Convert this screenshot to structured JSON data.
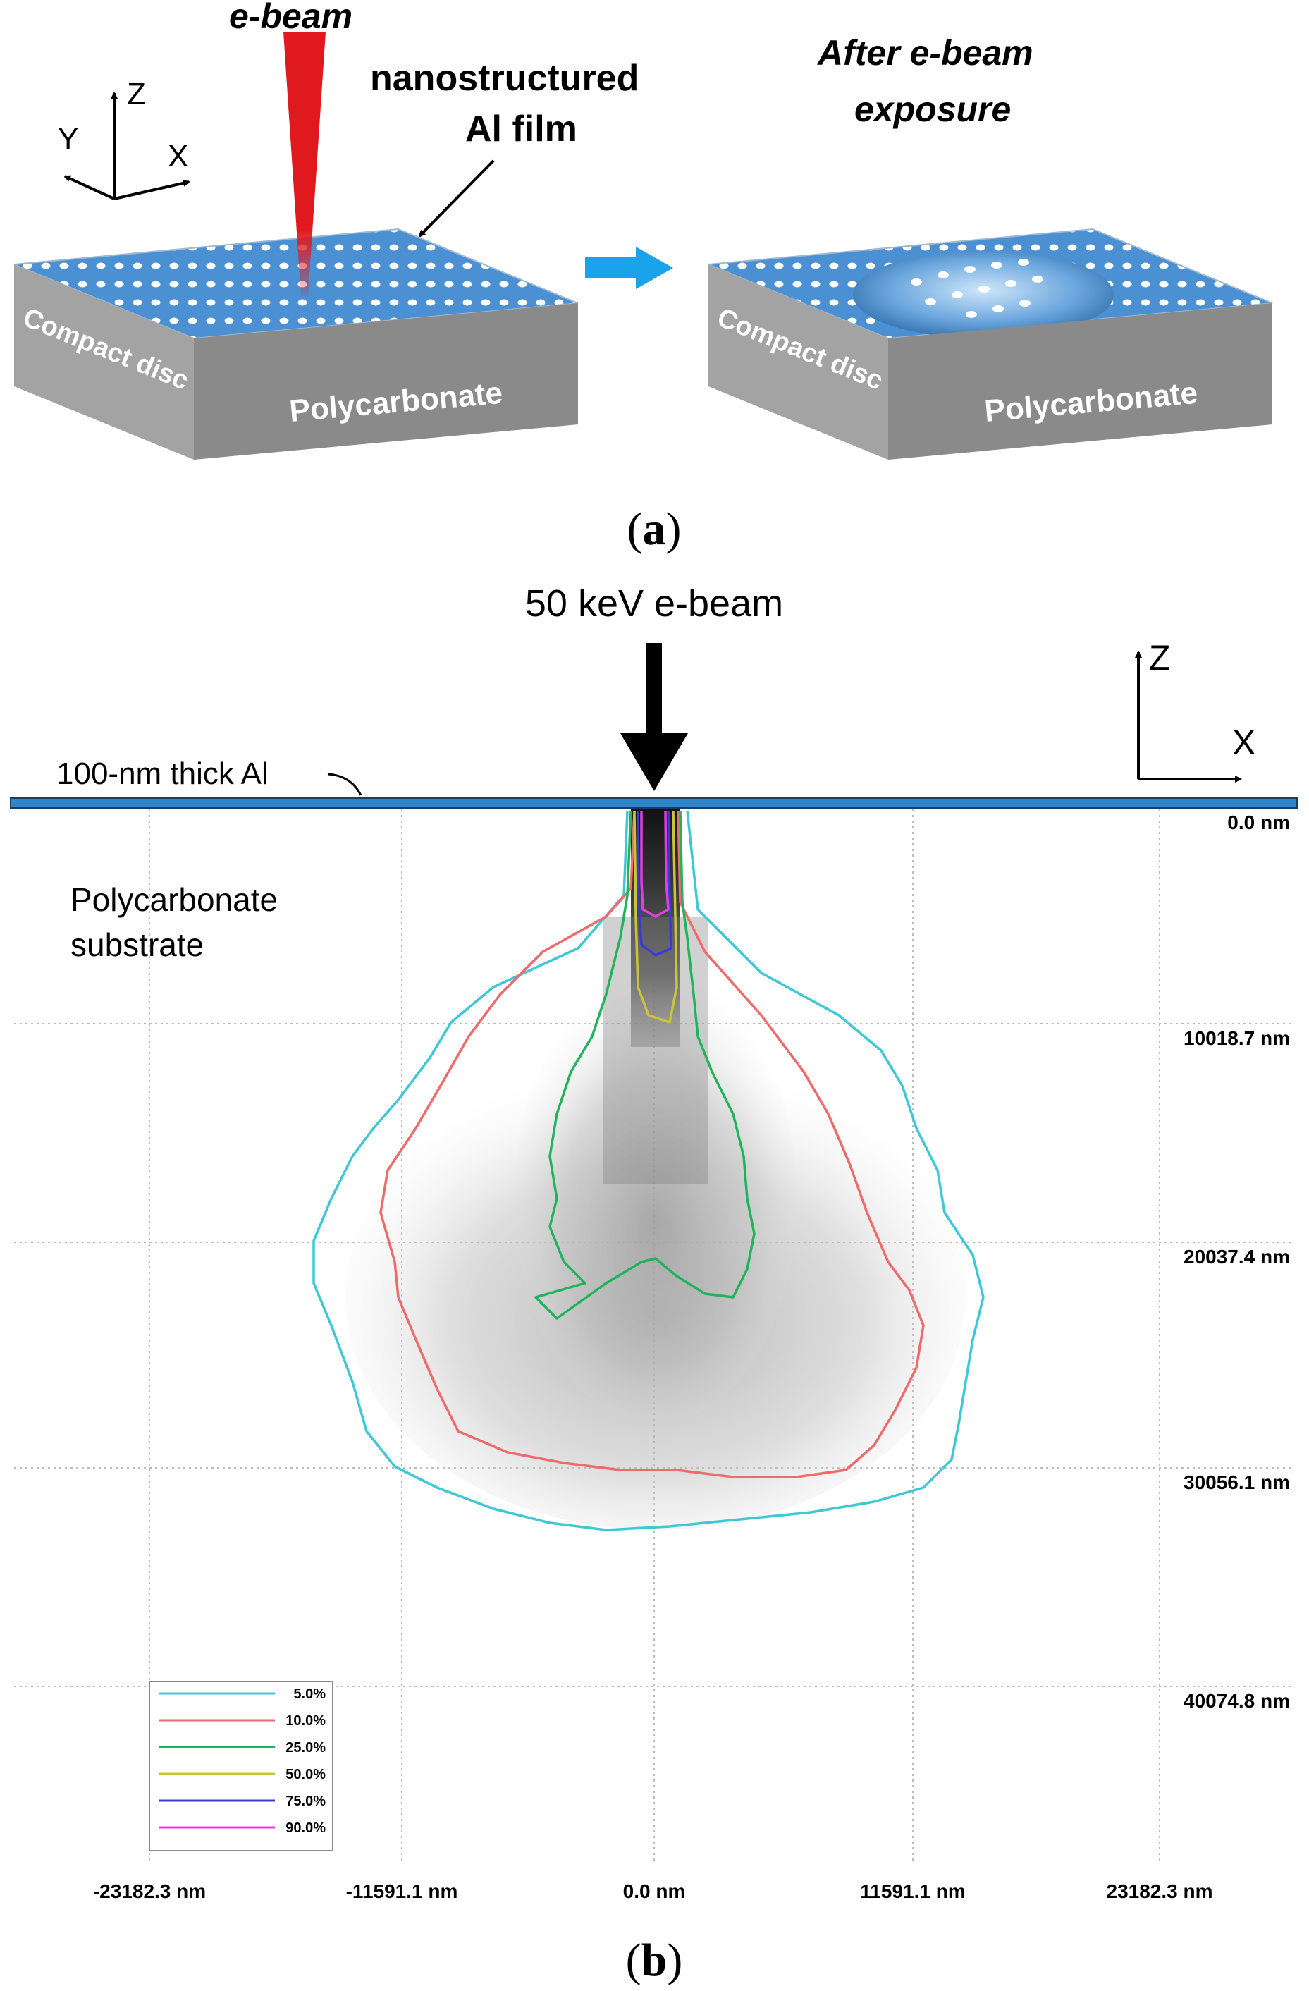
{
  "panel_a": {
    "beam_label": "e-beam",
    "film_label_line1": "nanostructured",
    "film_label_line2": "Al film",
    "after_label_line1": "After e-beam",
    "after_label_line2": "exposure",
    "side_label": "Compact disc",
    "front_label": "Polycarbonate",
    "axes": {
      "z": "Z",
      "y": "Y",
      "x": "X"
    },
    "caption": "a",
    "colors": {
      "film": "#4a90d2",
      "beam": "#e0191e",
      "arrow": "#1aa3e8",
      "block_side": "#777777"
    }
  },
  "panel_b": {
    "beam_label": "50 keV e-beam",
    "al_layer_label": "100-nm thick Al",
    "substrate_label_line1": "Polycarbonate",
    "substrate_label_line2": "substrate",
    "axes": {
      "z": "Z",
      "x": "X"
    },
    "caption": "b",
    "y_ticks": [
      "0.0 nm",
      "10018.7 nm",
      "20037.4 nm",
      "30056.1 nm",
      "40074.8 nm"
    ],
    "x_ticks": [
      "-23182.3 nm",
      "-11591.1 nm",
      "0.0 nm",
      "11591.1 nm",
      "23182.3 nm"
    ],
    "legend": [
      {
        "label": "5.0%",
        "color": "#3ec8d6"
      },
      {
        "label": "10.0%",
        "color": "#ef6b6b"
      },
      {
        "label": "25.0%",
        "color": "#21b35b"
      },
      {
        "label": "50.0%",
        "color": "#c9c43a"
      },
      {
        "label": "75.0%",
        "color": "#3a3ad6"
      },
      {
        "label": "90.0%",
        "color": "#e040e0"
      }
    ]
  }
}
